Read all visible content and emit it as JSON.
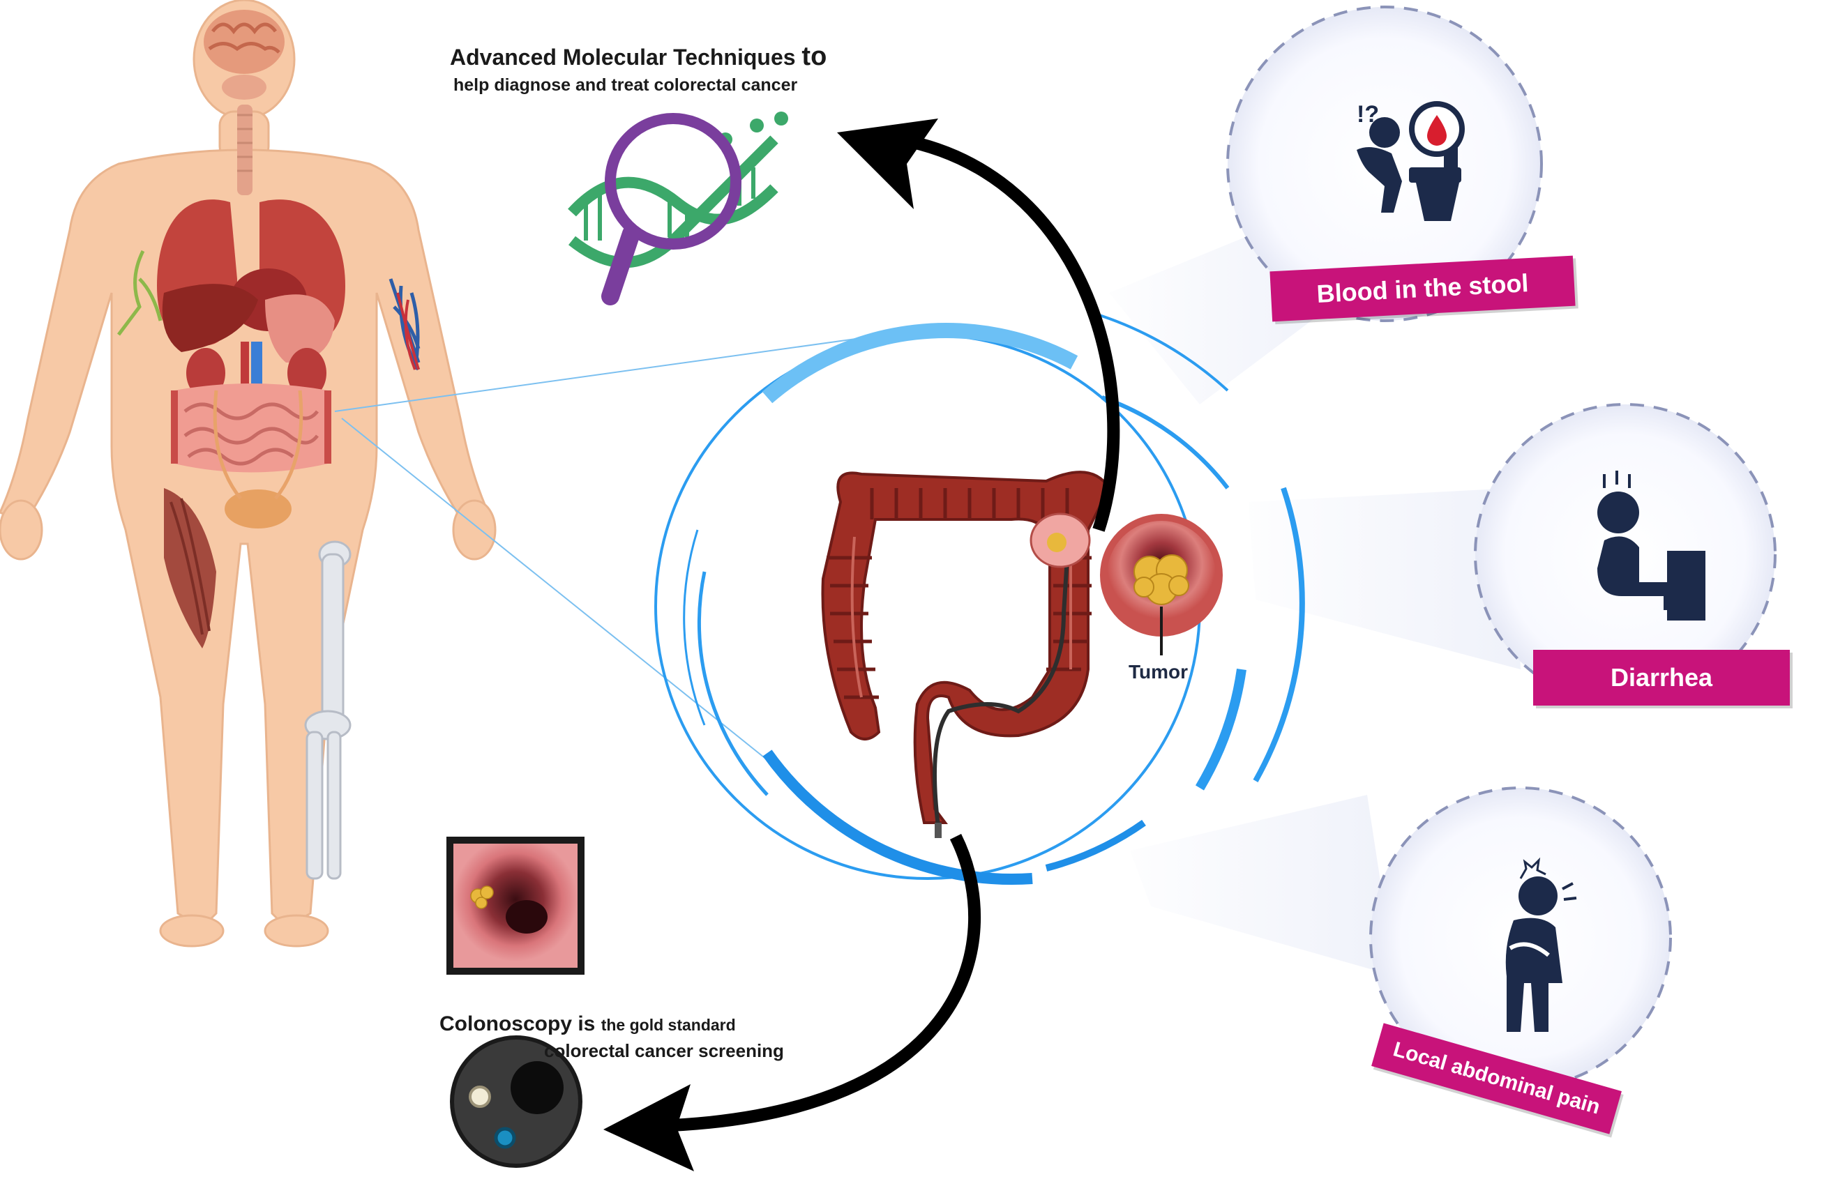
{
  "molecular": {
    "line1_main": "Advanced Molecular Techniques",
    "line1_to": "to",
    "line2": "help diagnose and treat colorectal cancer"
  },
  "colonoscopy": {
    "line1_main": "Colonoscopy is",
    "line1_rest": "the gold standard",
    "line2": "colorectal cancer screening"
  },
  "tumor_label": "Tumor",
  "symptoms": [
    {
      "label": "Blood in the stool",
      "icon": "blood-in-stool-icon"
    },
    {
      "label": "Diarrhea",
      "icon": "diarrhea-icon"
    },
    {
      "label": "Local abdominal pain",
      "icon": "abdominal-pain-icon"
    }
  ],
  "colors": {
    "badge": "#c8137a",
    "ring_blue": "#3aa7f0",
    "icon_navy": "#1c2a4a",
    "colon_red": "#9e2d24",
    "skin": "#f7c9a6",
    "dna_green": "#3ca86a",
    "magnifier_purple": "#7a3e9d"
  }
}
